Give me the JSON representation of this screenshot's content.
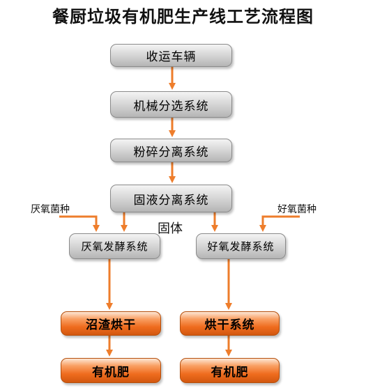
{
  "title": "餐厨垃圾有机肥生产线工艺流程图",
  "nodes": {
    "collection": "收运车辆",
    "mechanical_sorting": "机械分选系统",
    "crushing": "粉碎分离系统",
    "solid_liquid": "固液分离系统",
    "anaerobic": "厌氧发酵系统",
    "aerobic": "好氧发酵系统",
    "biogas_drying": "沼渣烘干",
    "drying": "烘干系统",
    "fertilizer_left": "有机肥",
    "fertilizer_right": "有机肥"
  },
  "labels": {
    "anaerobic_bacteria": "厌氧菌种",
    "aerobic_bacteria": "好氧菌种",
    "solid": "固体"
  },
  "colors": {
    "arrow": "#ee7d2b",
    "gray_box": "#d2d2d2",
    "orange_box": "#ef6c1e"
  }
}
